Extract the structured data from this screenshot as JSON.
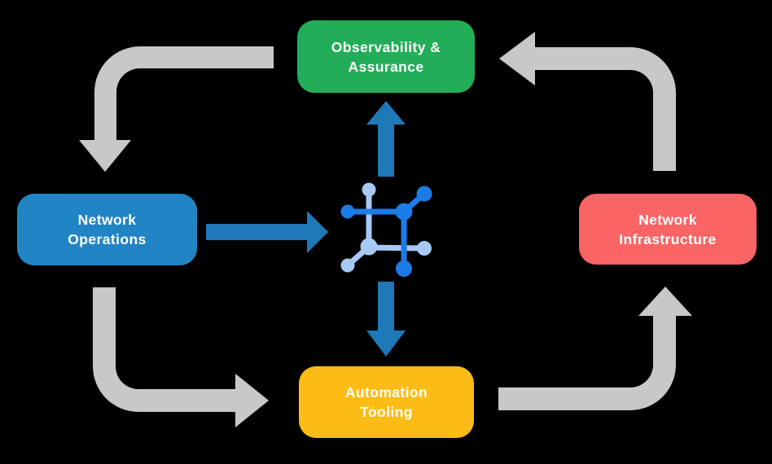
{
  "colors": {
    "background": "#000000",
    "observability_green": "#22ad58",
    "operations_blue": "#2184c4",
    "infrastructure_red": "#fa6464",
    "automation_yellow": "#fdbc15",
    "flow_arrow_blue": "#1f78b8",
    "cycle_arrow_gray": "#c8c8c8",
    "icon_blue": "#1b7ce8",
    "icon_light_blue": "#a7c9f4",
    "label_text": "#ffffff"
  },
  "nodes": {
    "observability": {
      "label": "Observability &\nAssurance"
    },
    "operations": {
      "label": "Network\nOperations"
    },
    "infrastructure": {
      "label": "Network\nInfrastructure"
    },
    "automation": {
      "label": "Automation\nTooling"
    }
  },
  "center_icon": "network-hub-icon",
  "edges": {
    "cycle": [
      {
        "from": "Observability & Assurance",
        "to": "Network Operations",
        "style": "gray-elbow-arrow"
      },
      {
        "from": "Network Operations",
        "to": "Automation Tooling",
        "style": "gray-elbow-arrow"
      },
      {
        "from": "Automation Tooling",
        "to": "Network Infrastructure",
        "style": "gray-elbow-arrow"
      },
      {
        "from": "Network Infrastructure",
        "to": "Observability & Assurance",
        "style": "gray-elbow-arrow"
      }
    ],
    "flows": [
      {
        "from": "Network Operations",
        "to": "network-hub-icon",
        "style": "blue-straight-arrow"
      },
      {
        "from": "network-hub-icon",
        "to": "Observability & Assurance",
        "style": "blue-straight-arrow"
      },
      {
        "from": "network-hub-icon",
        "to": "Automation Tooling",
        "style": "blue-straight-arrow"
      }
    ]
  }
}
